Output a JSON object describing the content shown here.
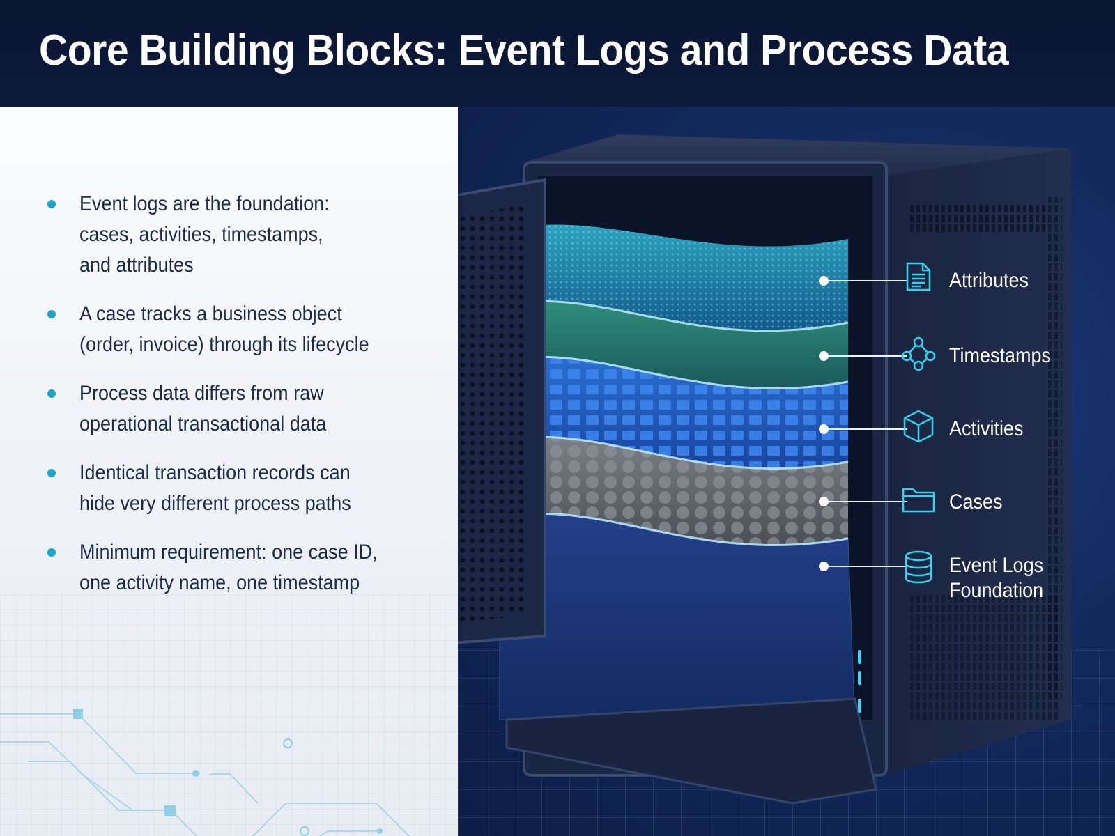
{
  "header": {
    "title": "Core Building Blocks: Event Logs and Process Data"
  },
  "bullets": [
    {
      "text": "Event logs are the foundation:\ncases, activities, timestamps,\nand attributes"
    },
    {
      "text": "A case tracks a business object\n(order, invoice) through its lifecycle"
    },
    {
      "text": "Process data differs from raw\noperational transactional data"
    },
    {
      "text": "Identical transaction records can\nhide very different process paths"
    },
    {
      "text": "Minimum requirement: one case ID,\none activity name, one timestamp"
    }
  ],
  "layers": [
    {
      "label": "Attributes",
      "icon": "document-icon"
    },
    {
      "label": "Timestamps",
      "icon": "network-nodes-icon"
    },
    {
      "label": "Activities",
      "icon": "cube-icon"
    },
    {
      "label": "Cases",
      "icon": "folder-icon"
    },
    {
      "label": "Event Logs\nFoundation",
      "icon": "database-icon"
    }
  ],
  "colors": {
    "accent": "#1aa6c4",
    "icon_cyan": "#2fd3ee",
    "header_bg": "#0b1733"
  }
}
